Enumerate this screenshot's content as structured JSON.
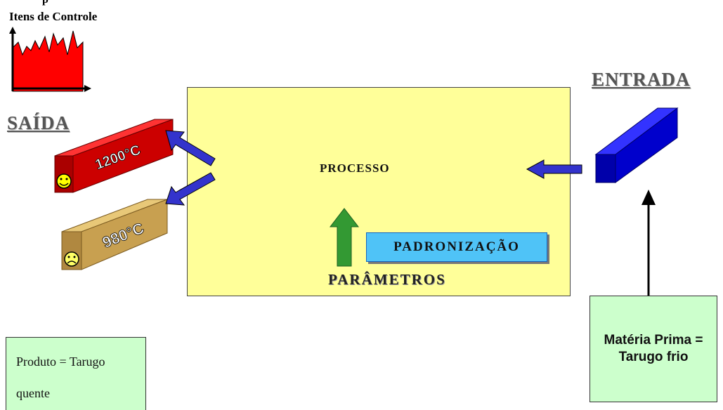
{
  "header": {
    "top_text": "p",
    "itens_label": "Itens de Controle"
  },
  "saida": {
    "title": "SAÍDA",
    "bar_hot_label": "1200°C",
    "bar_hot_color": "#cc0000",
    "bar_cold_label": "980°C",
    "bar_cold_color": "#c8a050",
    "happy_face": "☺",
    "sad_face": "☹"
  },
  "entrada": {
    "title": "ENTRADA",
    "bar_color": "#0000cc"
  },
  "process": {
    "label": "PROCESSO",
    "box_color": "#ffff99",
    "padronizacao": "PADRONIZAÇÃO",
    "parametros": "PARÂMETROS"
  },
  "notes": {
    "produto_line1": "Produto = Tarugo",
    "produto_line2": "quente",
    "materia": "Matéria Prima = Tarugo frio",
    "note_color": "#ccffcc"
  },
  "colors": {
    "arrow_blue": "#3333cc",
    "arrow_green": "#339933",
    "chart_red": "#ff0000"
  }
}
